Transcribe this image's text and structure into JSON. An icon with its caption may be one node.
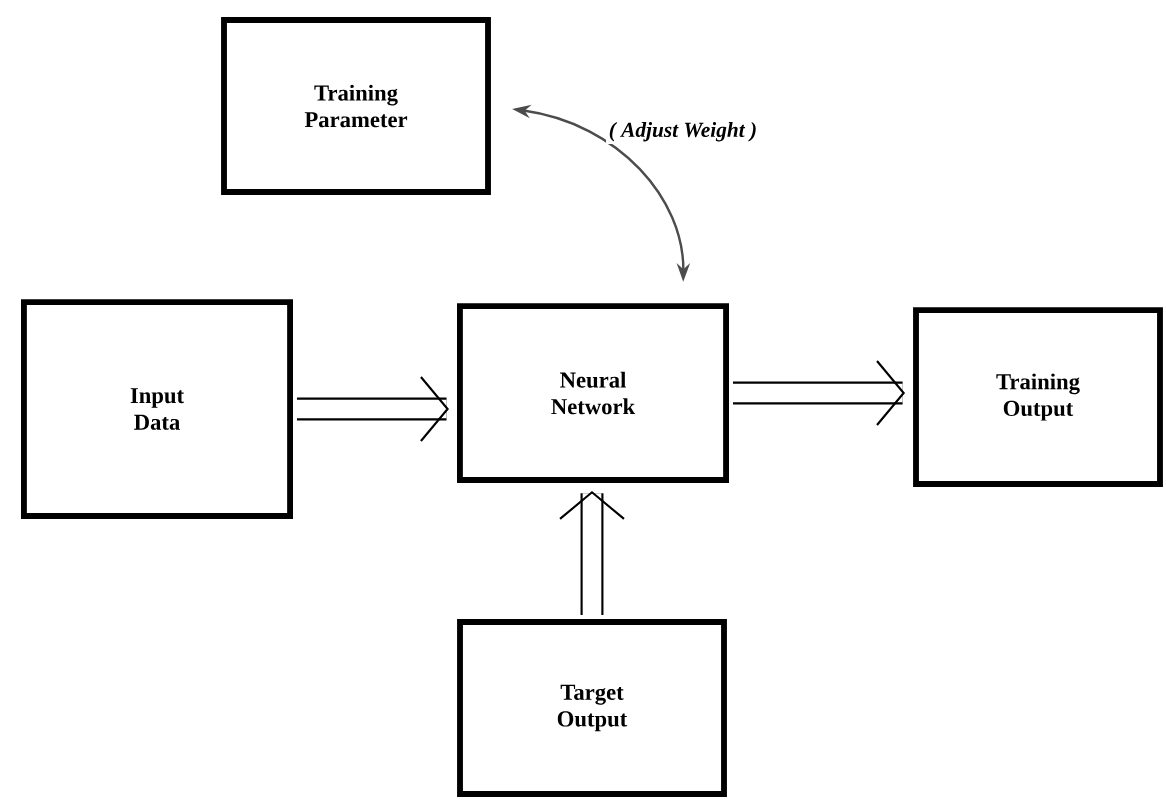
{
  "diagram": {
    "nodes": [
      {
        "text": [
          "Training Parameter"
        ]
      },
      {
        "text": [
          "Input Data"
        ]
      },
      {
        "text": [
          "Neural Network"
        ]
      },
      {
        "text": [
          "Training Output"
        ]
      },
      {
        "text": [
          "Target Output"
        ]
      }
    ],
    "edges": [
      {
        "from": 0,
        "to": 2,
        "arrow": "both",
        "label": "( Adjust Weight )"
      },
      {
        "from": 1,
        "to": 2,
        "arrow": "to"
      },
      {
        "from": 2,
        "to": 3,
        "arrow": "to"
      },
      {
        "from": 4,
        "to": 2,
        "arrow": "to"
      }
    ]
  }
}
